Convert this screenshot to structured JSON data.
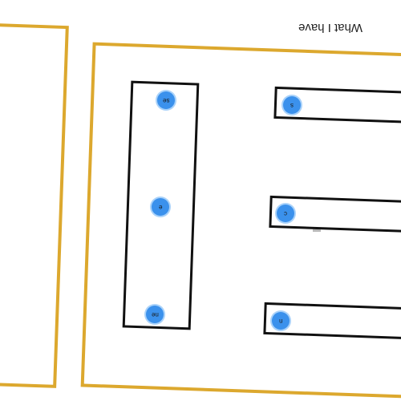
{
  "title": "What I have",
  "colors": {
    "panel_border": "#DCA82E",
    "strip_border": "#111111",
    "node_fill": "#3B91EC",
    "node_ring": "#A9D2FA"
  },
  "vertical_strip_nodes": [
    {
      "label": "se"
    },
    {
      "label": "e"
    },
    {
      "label": "ne"
    }
  ],
  "horizontal_strip_nodes": [
    {
      "label": "s"
    },
    {
      "label": "c"
    },
    {
      "label": "n"
    }
  ]
}
